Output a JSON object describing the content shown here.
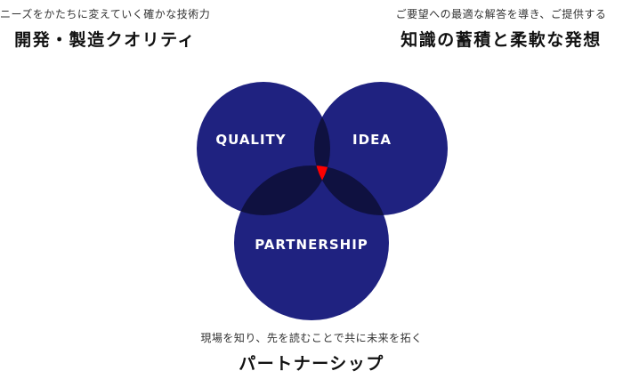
{
  "colors": {
    "circle": "#1f2280",
    "overlap": "#0f1140",
    "center": "#ff0000",
    "circle_text": "#ffffff"
  },
  "captions": {
    "left": {
      "sub": "ニーズをかたちに変えていく確かな技術力",
      "main": "開発・製造クオリティ"
    },
    "right": {
      "sub": "ご要望への最適な解答を導き、ご提供する",
      "main": "知識の蓄積と柔軟な発想"
    },
    "bottom": {
      "sub": "現場を知り、先を読むことで共に未来を拓く",
      "main": "パートナーシップ"
    }
  },
  "circles": {
    "quality": "QUALITY",
    "idea": "IDEA",
    "partnership": "PARTNERSHIP"
  }
}
